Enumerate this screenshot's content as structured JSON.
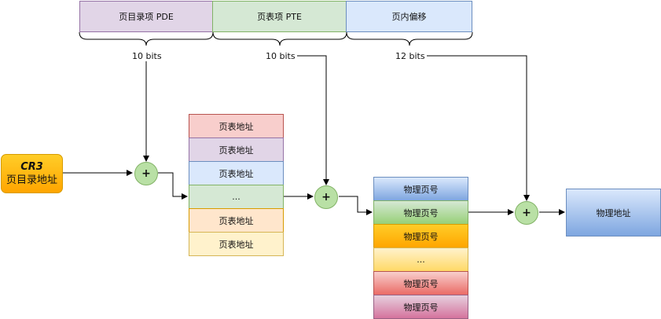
{
  "fields": [
    {
      "key": "pde",
      "label": "页目录项 PDE",
      "bits": "10 bits"
    },
    {
      "key": "pte",
      "label": "页表项 PTE",
      "bits": "10 bits"
    },
    {
      "key": "offset",
      "label": "页内偏移",
      "bits": "12 bits"
    }
  ],
  "cr3": {
    "line1": "CR3",
    "line2": "页目录地址"
  },
  "page_table_entries": [
    "页表地址",
    "页表地址",
    "页表地址",
    "...",
    "页表地址",
    "页表地址"
  ],
  "page_frame_entries": [
    "物理页号",
    "物理页号",
    "物理页号",
    "...",
    "物理页号",
    "物理页号"
  ],
  "adder_symbol": "+",
  "physical_address": "物理地址",
  "colors": {
    "pde_fill": "#e1d5e7",
    "pde_border": "#9673a6",
    "pte_fill": "#d5e8d4",
    "pte_border": "#82b366",
    "offset_fill": "#dae8fc",
    "offset_border": "#6c8ebf",
    "adder_fill": "#b9e0a5",
    "cr3_fill": "#ffcd28"
  }
}
